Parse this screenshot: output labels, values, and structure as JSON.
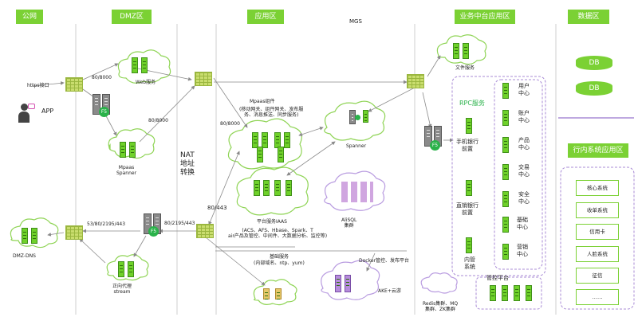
{
  "headers": {
    "public": "公网",
    "dmz": "DMZ区",
    "app": "应用区",
    "biz": "业务中台应用区",
    "data": "数据区",
    "bank": "行内系统应用区"
  },
  "labels": {
    "mgs": "MGS",
    "http_iface": "https接口",
    "app_client": "APP",
    "web_service": "Web服务",
    "port_80_8000_a": "80/8000",
    "port_80_8000_b": "80/8000",
    "port_80_8000_c": "80/8000",
    "mpaas_spanner": "Mpaas\nSpanner",
    "nat": "NAT\n地址\n转换",
    "mpaas_comp": "Mpaas组件",
    "mpaas_comp_detail": "(移动网关、组件网关、发布服\n务、消息推送、同步服务)",
    "spanner": "Spanner",
    "platform_iaas": "平台服务IAAS",
    "platform_iaas_detail": "(ACS、AFS、Hbase、Spark、T\nair产品及管控、中间件、大数据分析、监控等)",
    "ali_sql": "AliSQL\n集群",
    "base_services": "基础服务",
    "base_services_detail": "(内部域名、ntp、yum)",
    "docker_ctrl": "Docker管控、发布平台",
    "ake": "AKE+云游",
    "port_80_443": "80/443",
    "port_80_2195_443": "80/2195/443",
    "port_53_80_2195_443": "53/80/2195/443",
    "dmz_dns": "DMZ-DNS",
    "reverse_proxy": "正向代理\nstream",
    "file_service": "文件服务",
    "rpc_service": "RPC服务",
    "mobile_front": "手机银行\n前置",
    "direct_front": "直销银行\n前置",
    "internal_sys": "内管\n系统",
    "ctrl_platform": "管控平台",
    "redis": "Redis集群、MQ\n集群、ZK集群",
    "f5": "F5",
    "db": "DB"
  },
  "centers": [
    "用户\n中心",
    "账户\n中心",
    "产品\n中心",
    "交易\n中心",
    "安全\n中心",
    "基础\n中心",
    "营销\n中心"
  ],
  "bank_systems": [
    "核心系统",
    "收单系统",
    "信用卡",
    "人脸系统",
    "征信",
    "……"
  ],
  "colors": {
    "accent": "#7bd134",
    "purple_dash": "#a98bd6",
    "line": "#999999"
  }
}
